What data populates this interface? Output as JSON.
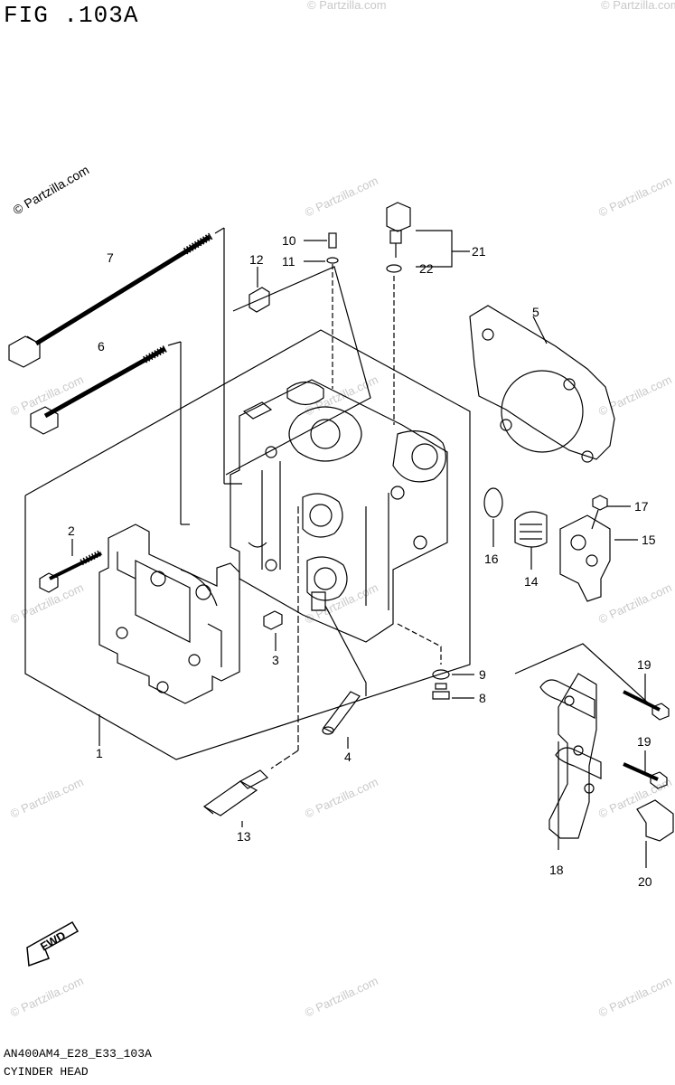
{
  "figure": {
    "title": "FIG .103A",
    "code": "AN400AM4_E28_E33_103A",
    "caption": "CYINDER HEAD"
  },
  "watermark": {
    "main": "© Partzilla.com",
    "repeat": "© Partzilla.com"
  },
  "fwd_label": "FWD",
  "parts": [
    {
      "ref": "1"
    },
    {
      "ref": "2"
    },
    {
      "ref": "3"
    },
    {
      "ref": "4"
    },
    {
      "ref": "5"
    },
    {
      "ref": "6"
    },
    {
      "ref": "7"
    },
    {
      "ref": "8"
    },
    {
      "ref": "9"
    },
    {
      "ref": "10"
    },
    {
      "ref": "11"
    },
    {
      "ref": "12"
    },
    {
      "ref": "13"
    },
    {
      "ref": "14"
    },
    {
      "ref": "15"
    },
    {
      "ref": "16"
    },
    {
      "ref": "17"
    },
    {
      "ref": "18"
    },
    {
      "ref": "19"
    },
    {
      "ref": "19"
    },
    {
      "ref": "20"
    },
    {
      "ref": "21"
    },
    {
      "ref": "22"
    }
  ],
  "colors": {
    "line": "#000000",
    "watermark": "#c9c9c9",
    "background": "#ffffff"
  }
}
